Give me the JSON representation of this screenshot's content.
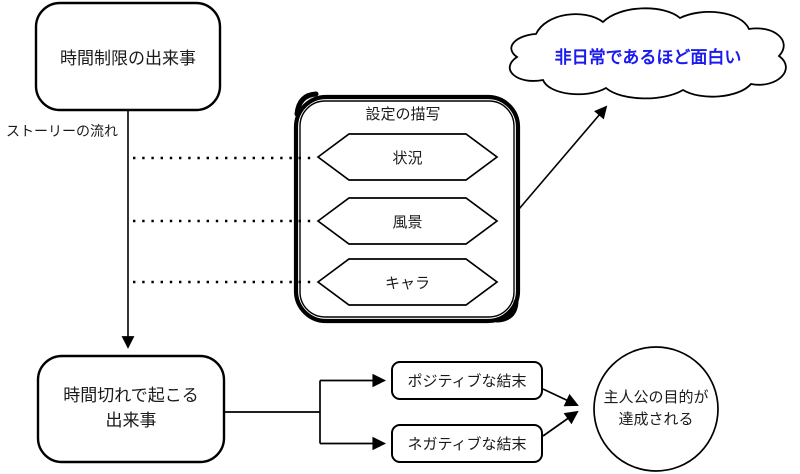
{
  "nodes": {
    "time_limit_event": {
      "label": "時間制限の出来事"
    },
    "story_flow": {
      "label": "ストーリーの流れ"
    },
    "setting_container": {
      "title": "設定の描写"
    },
    "hex_situation": {
      "label": "状況"
    },
    "hex_scenery": {
      "label": "風景"
    },
    "hex_character": {
      "label": "キャラ"
    },
    "cloud_note": {
      "label": "非日常であるほど面白い"
    },
    "timeout_event": {
      "label_line1": "時間切れで起こる",
      "label_line2": "出来事"
    },
    "positive_ending": {
      "label": "ポジティブな結末"
    },
    "negative_ending": {
      "label": "ネガティブな結末"
    },
    "goal_achieved": {
      "label_line1": "主人公の目的が",
      "label_line2": "達成される"
    }
  },
  "colors": {
    "stroke": "#000000",
    "text": "#1a1a1a",
    "accent_blue": "#1b1bee",
    "background": "#ffffff"
  }
}
